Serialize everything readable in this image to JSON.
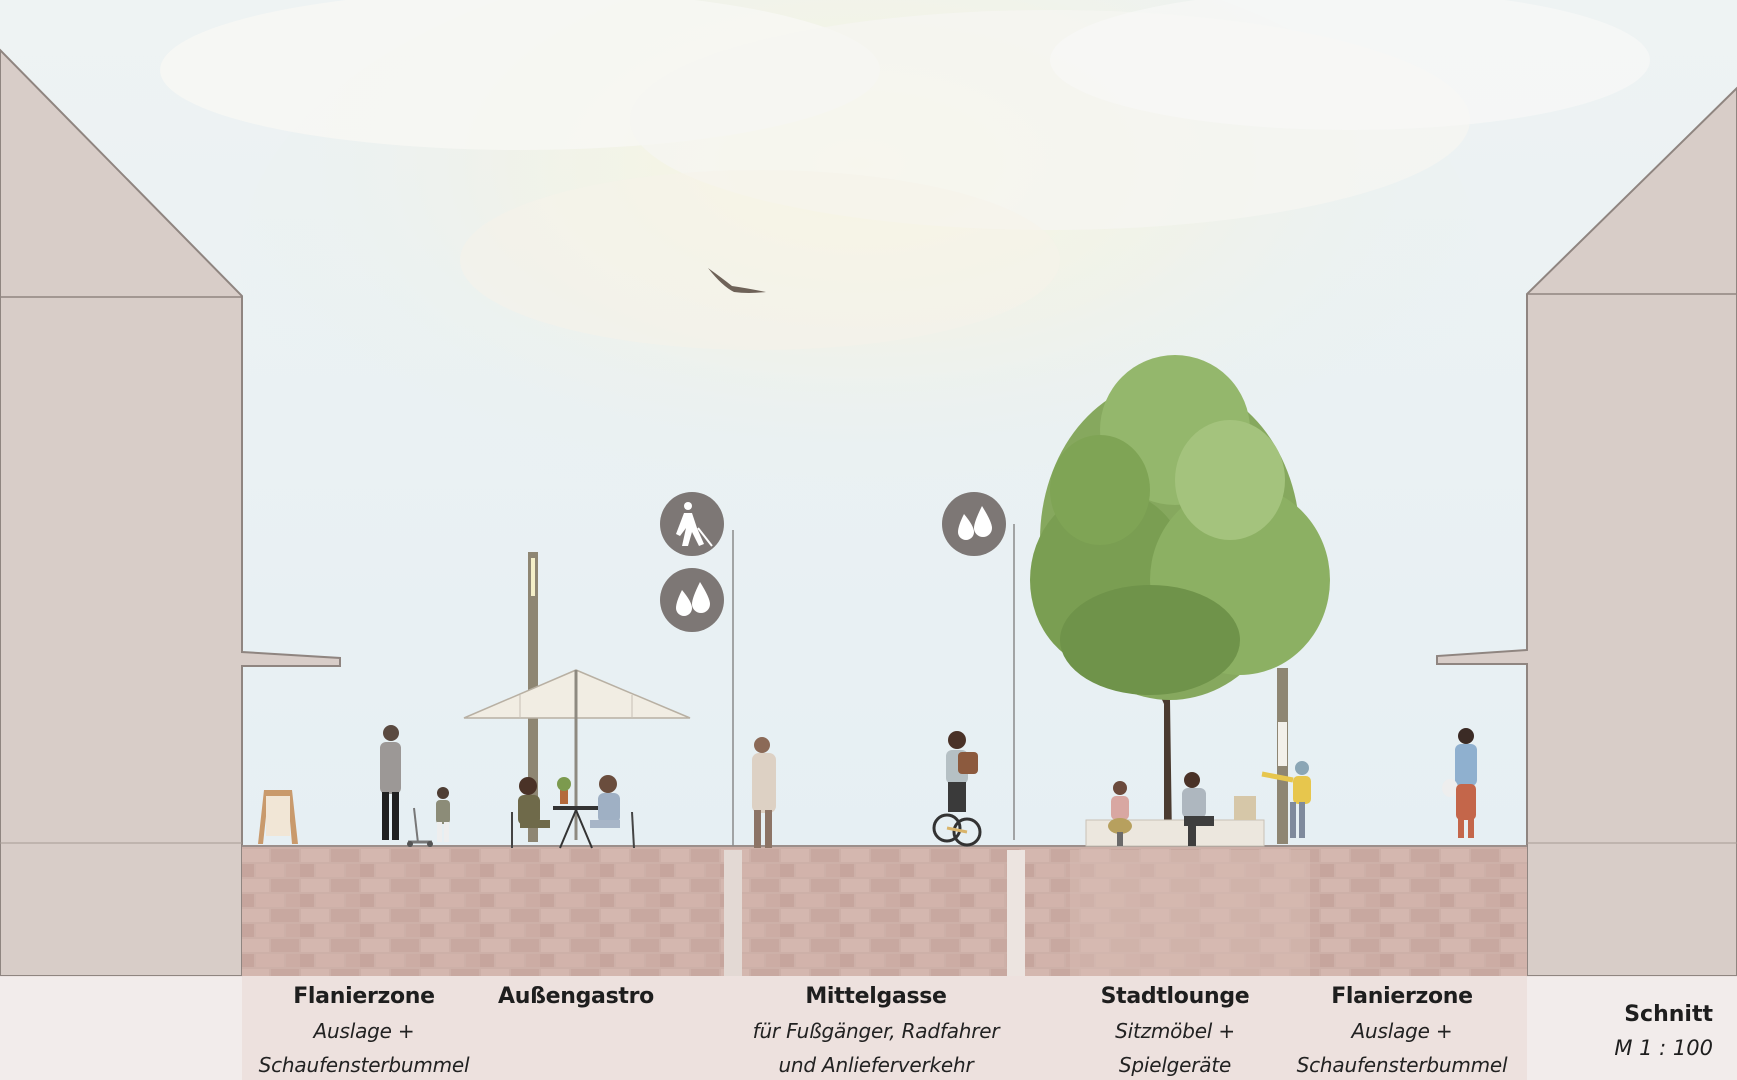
{
  "labels": [
    {
      "title": "Flanierzone",
      "line1": "Auslage +",
      "line2": "Schaufensterbummel"
    },
    {
      "title": "Außengastro",
      "line1": "",
      "line2": ""
    },
    {
      "title": "Mittelgasse",
      "line1": "für Fußgänger, Radfahrer",
      "line2": "und Anlieferverkehr"
    },
    {
      "title": "Stadtlounge",
      "line1": "Sitzmöbel +",
      "line2": "Spielgeräte"
    },
    {
      "title": "Flanierzone",
      "line1": "Auslage +",
      "line2": "Schaufensterbummel"
    }
  ],
  "scale": {
    "title": "Schnitt",
    "value": "M 1 : 100"
  },
  "icons": [
    "pedestrian-icon",
    "water-drops-icon",
    "water-drops-icon"
  ],
  "colors": {
    "sky": "#e9f1f4",
    "building": "#d8cdc8",
    "pavement": "#c9aaa3",
    "icon_disc": "#7d7775",
    "tree": "#7fa45a",
    "pole": "#8e8673"
  }
}
